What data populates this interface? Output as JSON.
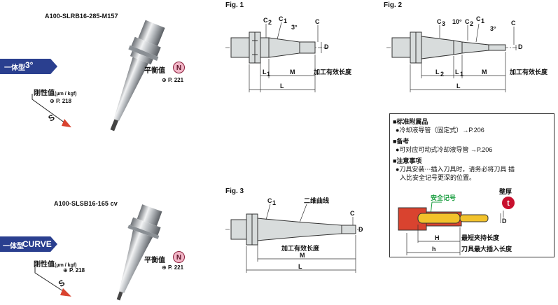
{
  "products": {
    "p1": {
      "model": "A100-SLRB16-285-M157",
      "tag_prefix": "一体型",
      "tag_value": "3°",
      "balance_label": "平衡值",
      "balance_badge": "N",
      "balance_ref": "P. 221",
      "rigidity_label": "刚性值",
      "rigidity_unit": "(μm / kgf)",
      "rigidity_ref": "P. 218",
      "rigidity_badge": "S"
    },
    "p2": {
      "model": "A100-SLSB16-165 cv",
      "tag_prefix": "一体型",
      "tag_value": "CURVE",
      "balance_label": "平衡值",
      "balance_badge": "N",
      "balance_ref": "P. 221",
      "rigidity_label": "刚性值",
      "rigidity_unit": "(μm / kgf)",
      "rigidity_ref": "P. 218",
      "rigidity_badge": "S"
    }
  },
  "fig1": {
    "title": "Fig. 1",
    "c2": "C",
    "c2_sub": "2",
    "c1": "C",
    "c1_sub": "1",
    "angle": "3°",
    "c": "C",
    "d": "D",
    "l1": "L",
    "l1_sub": "1",
    "m": "M",
    "effective": "加工有效长度",
    "l": "L"
  },
  "fig2": {
    "title": "Fig. 2",
    "c3": "C",
    "c3_sub": "3",
    "angle10": "10°",
    "c2": "C",
    "c2_sub": "2",
    "c1": "C",
    "c1_sub": "1",
    "angle3": "3°",
    "c": "C",
    "d": "D",
    "l2": "L",
    "l2_sub": "2",
    "l1": "L",
    "l1_sub": "1",
    "m": "M",
    "effective": "加工有效长度",
    "l": "L"
  },
  "fig3": {
    "title": "Fig. 3",
    "c1": "C",
    "c1_sub": "1",
    "curve": "二维曲线",
    "c": "C",
    "d": "D",
    "effective": "加工有效长度",
    "m": "M",
    "l": "L"
  },
  "notes": {
    "h1": "■标准附属品",
    "l1": "●冷却液导管（固定式）→P.206",
    "h2": "■备考",
    "l2": "●可对应可动式冷却液导管 →P.206",
    "h3": "■注意事项",
    "l3a": "●刀具安装⋯插入刀具时，请务必将刀具 插",
    "l3b": "入比安全记号更深的位置。",
    "safety_mark": "安全记号",
    "wall_label": "壁厚",
    "wall_badge": "t",
    "d": "D",
    "h": "H",
    "min_clamp": "最短夹持长度",
    "h_small": "h",
    "max_insert": "刀具最大插入长度"
  },
  "colors": {
    "tag_bg": "#2a3f8f",
    "badge_red": "#c8102e",
    "badge_pink_fill": "#f3b6c8",
    "safety_green": "#169c3c",
    "tool_yellow": "#f2c22b",
    "holder_red": "#d9432f"
  }
}
